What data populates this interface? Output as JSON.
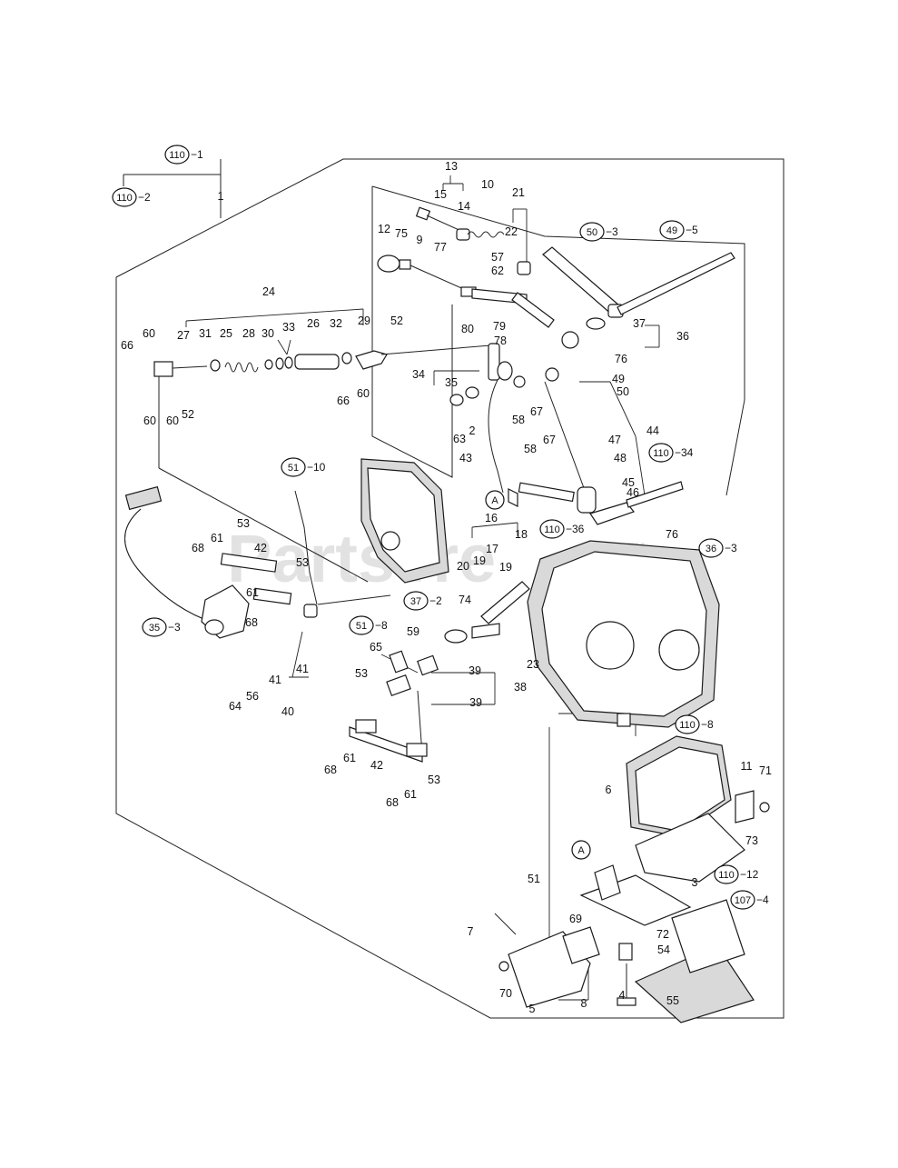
{
  "watermark": {
    "text": "PartsTre",
    "trademark": "™"
  },
  "ref_circles": [
    {
      "label": "110",
      "suffix": "−1"
    },
    {
      "label": "110",
      "suffix": "−2"
    },
    {
      "label": "50",
      "suffix": "−3"
    },
    {
      "label": "49",
      "suffix": "−5"
    },
    {
      "label": "51",
      "suffix": "−10"
    },
    {
      "label": "110",
      "suffix": "−34"
    },
    {
      "label": "110",
      "suffix": "−36"
    },
    {
      "label": "36",
      "suffix": "−3"
    },
    {
      "label": "37",
      "suffix": "−2"
    },
    {
      "label": "51",
      "suffix": "−8"
    },
    {
      "label": "35",
      "suffix": "−3"
    },
    {
      "label": "110",
      "suffix": "−8"
    },
    {
      "label": "110",
      "suffix": "−12"
    },
    {
      "label": "107",
      "suffix": "−4"
    }
  ],
  "markers": [
    "A",
    "A"
  ],
  "part_numbers": [
    "1",
    "13",
    "10",
    "15",
    "14",
    "21",
    "12",
    "75",
    "9",
    "77",
    "22",
    "57",
    "62",
    "80",
    "79",
    "78",
    "24",
    "52",
    "31",
    "25",
    "28",
    "30",
    "33",
    "26",
    "32",
    "29",
    "60",
    "27",
    "66",
    "60",
    "52",
    "60",
    "66",
    "60",
    "37",
    "36",
    "34",
    "76",
    "35",
    "2",
    "58",
    "67",
    "49",
    "50",
    "63",
    "44",
    "47",
    "58",
    "67",
    "43",
    "48",
    "45",
    "46",
    "76",
    "16",
    "18",
    "17",
    "19",
    "19",
    "20",
    "74",
    "53",
    "61",
    "42",
    "68",
    "53",
    "61",
    "68",
    "59",
    "23",
    "65",
    "39",
    "38",
    "39",
    "53",
    "64",
    "56",
    "41",
    "41",
    "40",
    "61",
    "42",
    "68",
    "68",
    "61",
    "53",
    "11",
    "71",
    "6",
    "73",
    "51",
    "3",
    "7",
    "69",
    "72",
    "54",
    "70",
    "5",
    "8",
    "4",
    "55"
  ]
}
